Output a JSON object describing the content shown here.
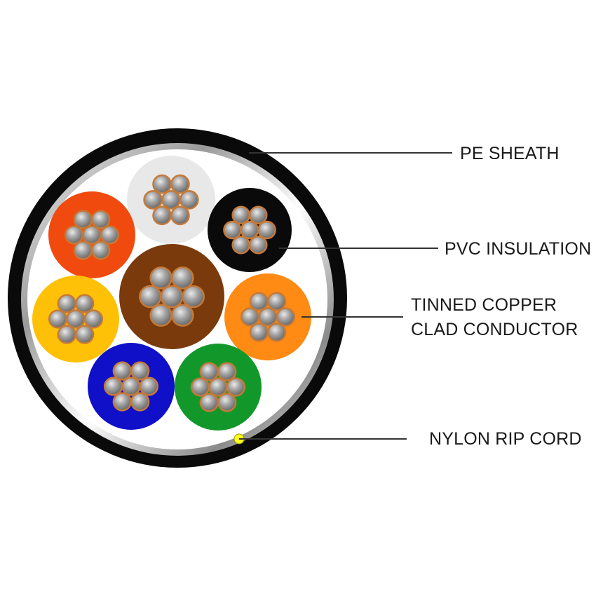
{
  "labels": {
    "pe_sheath": "PE SHEATH",
    "pvc_insulation": "PVC INSULATION",
    "conductor_line1": "TINNED COPPER",
    "conductor_line2": "CLAD CONDUCTOR",
    "rip_cord": "NYLON RIP CORD"
  },
  "cores": [
    {
      "name": "core-white",
      "color": "#e8e8e8"
    },
    {
      "name": "core-red",
      "color": "#f04a0f"
    },
    {
      "name": "core-black",
      "color": "#0a0a0a"
    },
    {
      "name": "core-brown",
      "color": "#7a3a0c"
    },
    {
      "name": "core-yellow",
      "color": "#ffc107"
    },
    {
      "name": "core-orange",
      "color": "#ff8a14"
    },
    {
      "name": "core-blue",
      "color": "#1010c8"
    },
    {
      "name": "core-green",
      "color": "#12982a"
    }
  ],
  "colors": {
    "sheath": "#0a0a0a",
    "rip_cord": "#ffff1a",
    "leader_line": "#333333"
  }
}
